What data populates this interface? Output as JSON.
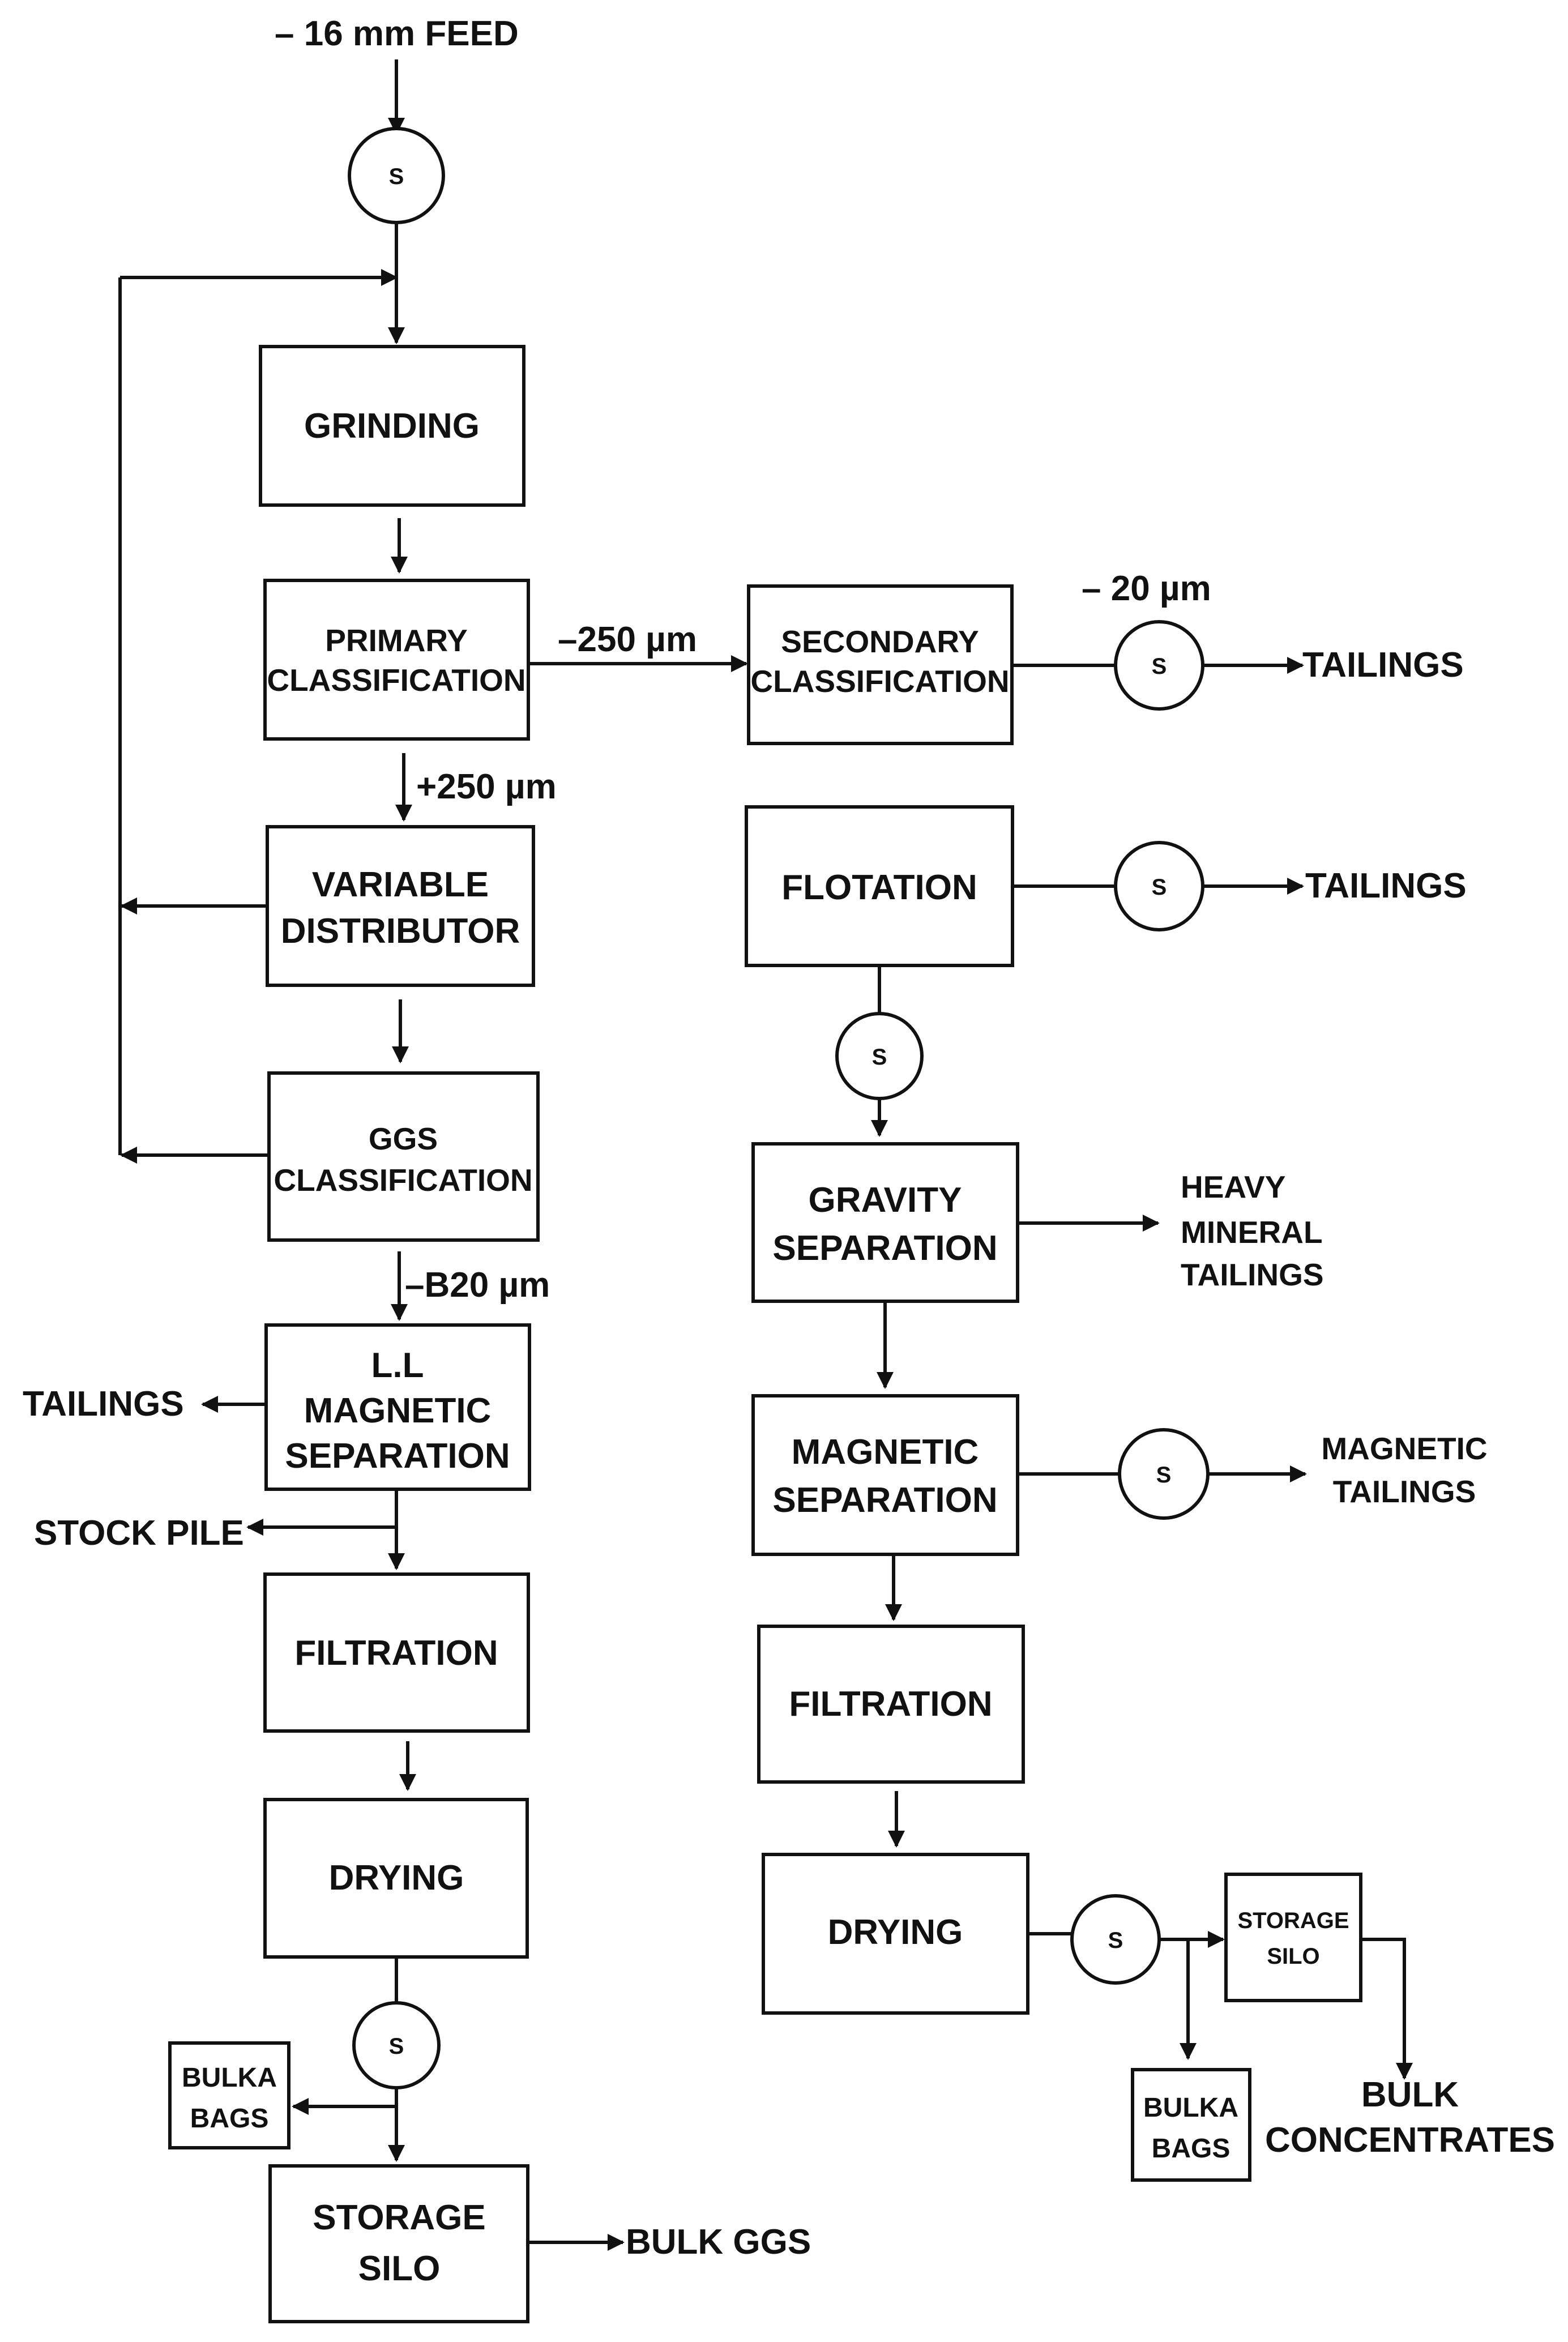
{
  "feed": "– 16 mm FEED",
  "splitter_label": "S",
  "left": {
    "grinding": "GRINDING",
    "primary_1": "PRIMARY",
    "primary_2": "CLASSIFICATION",
    "minus250": "–250 µm",
    "plus250": "+250 µm",
    "variable_1": "VARIABLE",
    "variable_2": "DISTRIBUTOR",
    "ggs_1": "GGS",
    "ggs_2": "CLASSIFICATION",
    "minus820": "–B20 µm",
    "ll_1": "L.L",
    "ll_2": "MAGNETIC",
    "ll_3": "SEPARATION",
    "tailings": "TAILINGS",
    "stockpile": "STOCK PILE",
    "filtration": "FILTRATION",
    "drying": "DRYING",
    "bulka_1": "BULKA",
    "bulka_2": "BAGS",
    "silo_1": "STORAGE",
    "silo_2": "SILO",
    "bulk_ggs": "BULK GGS"
  },
  "right": {
    "secondary_1": "SECONDARY",
    "secondary_2": "CLASSIFICATION",
    "minus20": "– 20 µm",
    "tailings_1": "TAILINGS",
    "flotation": "FLOTATION",
    "tailings_2": "TAILINGS",
    "gravity_1": "GRAVITY",
    "gravity_2": "SEPARATION",
    "heavy_1": "HEAVY",
    "heavy_2": "MINERAL",
    "heavy_3": "TAILINGS",
    "magnetic_1": "MAGNETIC",
    "magnetic_2": "SEPARATION",
    "magtail_1": "MAGNETIC",
    "magtail_2": "TAILINGS",
    "filtration": "FILTRATION",
    "drying": "DRYING",
    "silo_1": "STORAGE",
    "silo_2": "SILO",
    "bulka_1": "BULKA",
    "bulka_2": "BAGS",
    "bulk_1": "BULK",
    "bulk_2": "CONCENTRATES"
  }
}
